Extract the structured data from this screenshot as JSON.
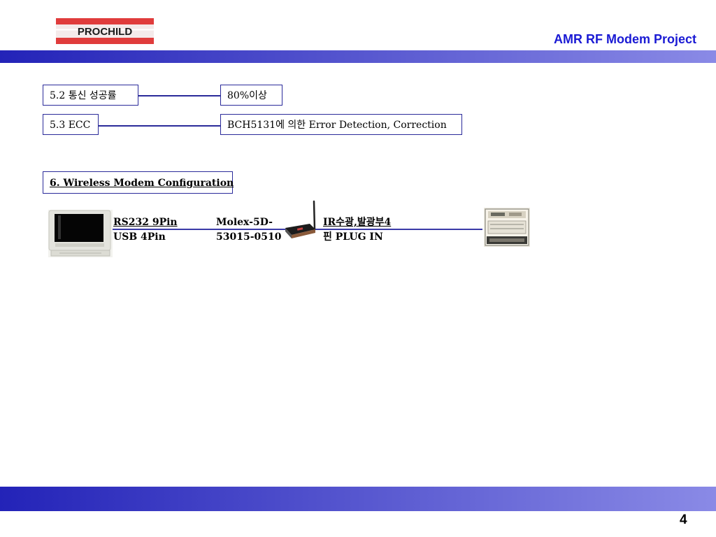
{
  "header": {
    "logo_text": "PROCHILD",
    "title": "AMR RF Modem Project"
  },
  "spec_rows": [
    {
      "label": "5.2 통신 성공률",
      "value": "80%이상"
    },
    {
      "label": "5.3 ECC",
      "value": "BCH5131에 의한  Error Detection, Correction"
    }
  ],
  "section": {
    "heading": "6. Wireless Modem Configuration"
  },
  "diagram": {
    "connector_left_line1": "RS232 9Pin",
    "connector_left_line2": "USB 4Pin",
    "connector_mid_line1": "Molex-5D-",
    "connector_mid_line2": "53015-0510",
    "connector_right_line1": "IR수광,발광부4",
    "connector_right_line2": "핀 PLUG IN",
    "icons": [
      "computer-monitor-icon",
      "rf-modem-antenna-icon",
      "electricity-meter-icon"
    ]
  },
  "footer": {
    "page_number": "4"
  },
  "colors": {
    "title": "#1a1ad4",
    "band_start": "#2323b8",
    "band_end": "#8a8ae6",
    "box_border": "#2a2a9a"
  }
}
